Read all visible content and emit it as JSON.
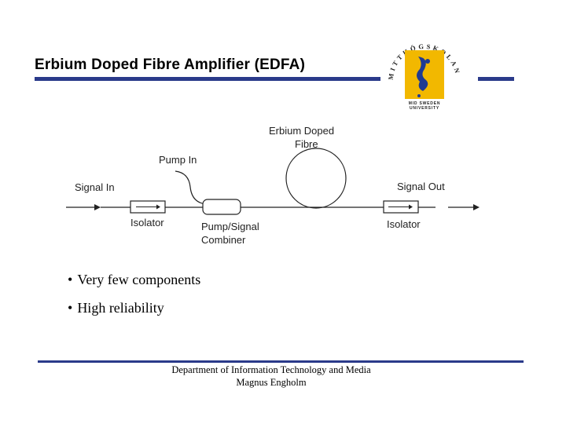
{
  "slide": {
    "title": "Erbium Doped Fibre Amplifier (EDFA)",
    "accent_color": "#2a3a8a"
  },
  "logo": {
    "arc_text": "MITTHÖGSKOLAN",
    "line1": "MID SWEDEN",
    "line2": "UNIVERSITY",
    "bg_color": "#f2b800",
    "figure_color": "#1f3a93"
  },
  "diagram": {
    "signal_in": "Signal In",
    "pump_in": "Pump In",
    "fibre_line1": "Erbium  Doped",
    "fibre_line2": "Fibre",
    "signal_out": "Signal Out",
    "isolator_left": "Isolator",
    "combiner_line1": "Pump/Signal",
    "combiner_line2": "Combiner",
    "isolator_right": "Isolator"
  },
  "bullets": [
    "Very few components",
    "High reliability"
  ],
  "footer": {
    "line1": "Department of Information Technology and Media",
    "line2": "Magnus Engholm"
  }
}
